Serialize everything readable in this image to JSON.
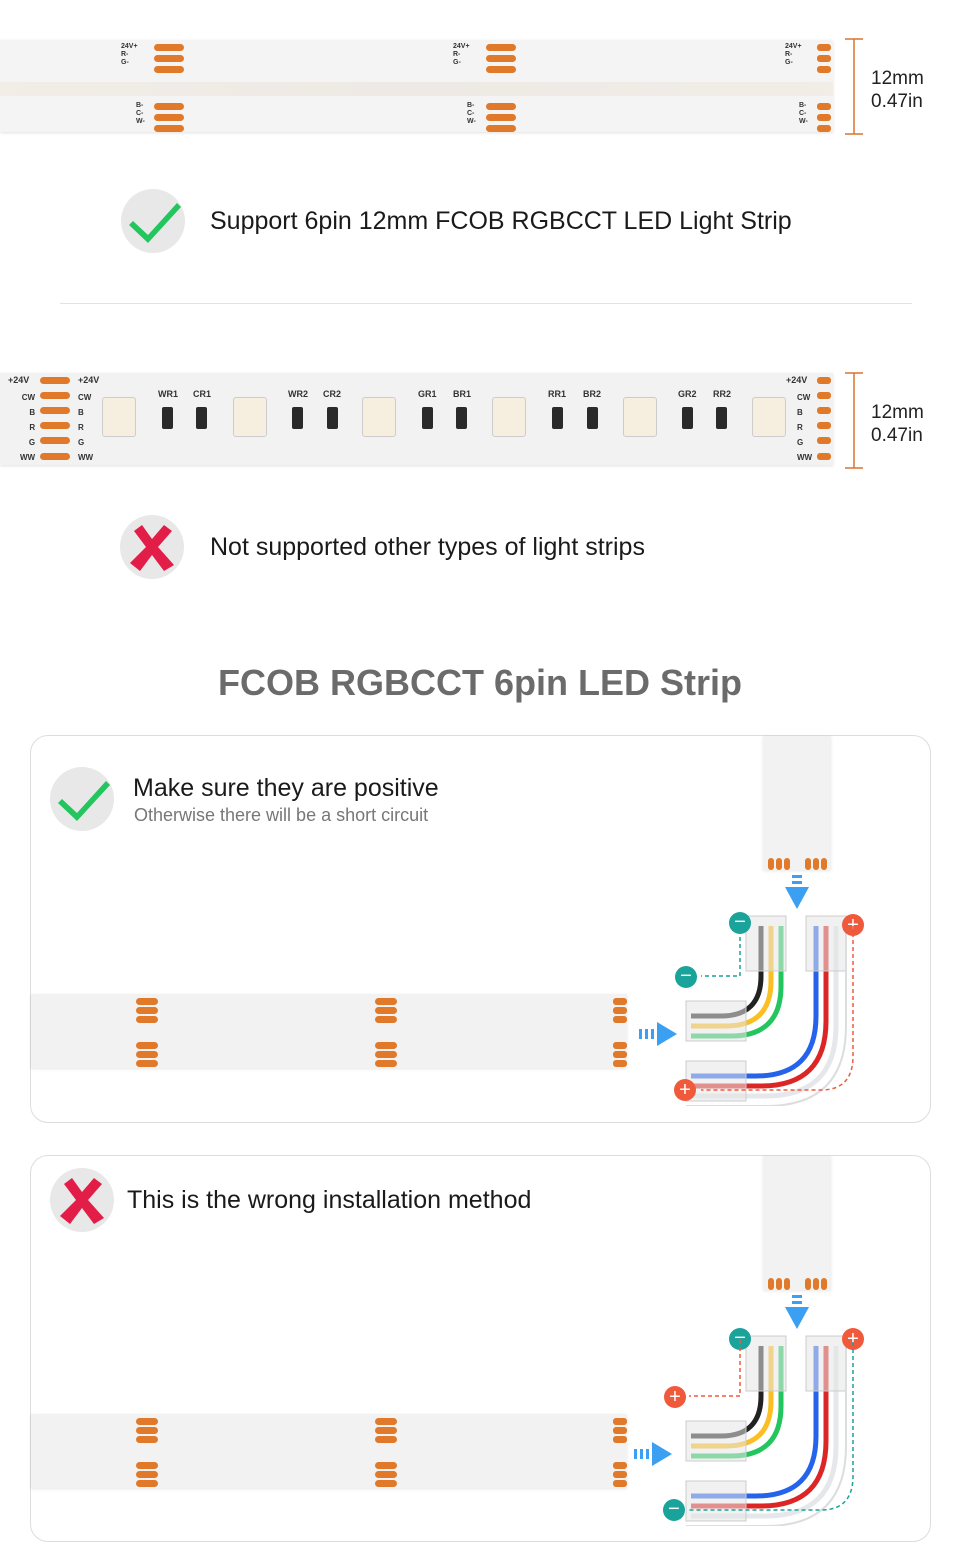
{
  "strip1": {
    "labels_top": [
      "24V+",
      "R-",
      "G-"
    ],
    "labels_bottom": [
      "B-",
      "C-",
      "W-"
    ],
    "dim_mm": "12mm",
    "dim_in": "0.47in"
  },
  "support": {
    "text": "Support 6pin 12mm FCOB RGBCCT LED Light Strip"
  },
  "strip2": {
    "plus": "+24V",
    "channels": [
      "CW",
      "B",
      "R",
      "G",
      "WW"
    ],
    "resistors": [
      "WR1",
      "CR1",
      "WR2",
      "CR2",
      "GR1",
      "BR1",
      "RR1",
      "BR2",
      "GR2",
      "RR2"
    ],
    "dim_mm": "12mm",
    "dim_in": "0.47in"
  },
  "not_supported": {
    "text": "Not supported other types of light strips"
  },
  "section_title": "FCOB RGBCCT 6pin LED Strip",
  "panel_good": {
    "title": "Make sure they are positive",
    "subtitle": "Otherwise there will be a short circuit"
  },
  "panel_bad": {
    "title": "This is the wrong installation method"
  },
  "colors": {
    "accent_green": "#22c55e",
    "accent_red": "#e11d48",
    "pad_orange": "#e07a2a",
    "dim_line": "#d9732f",
    "arrow_blue": "#3b9ff2",
    "minus_teal": "#1aa39a",
    "plus_red": "#ef5a3c"
  },
  "icons": [
    "check-icon",
    "x-icon",
    "arrow-down-icon",
    "arrow-right-icon",
    "plus-icon",
    "minus-icon"
  ]
}
